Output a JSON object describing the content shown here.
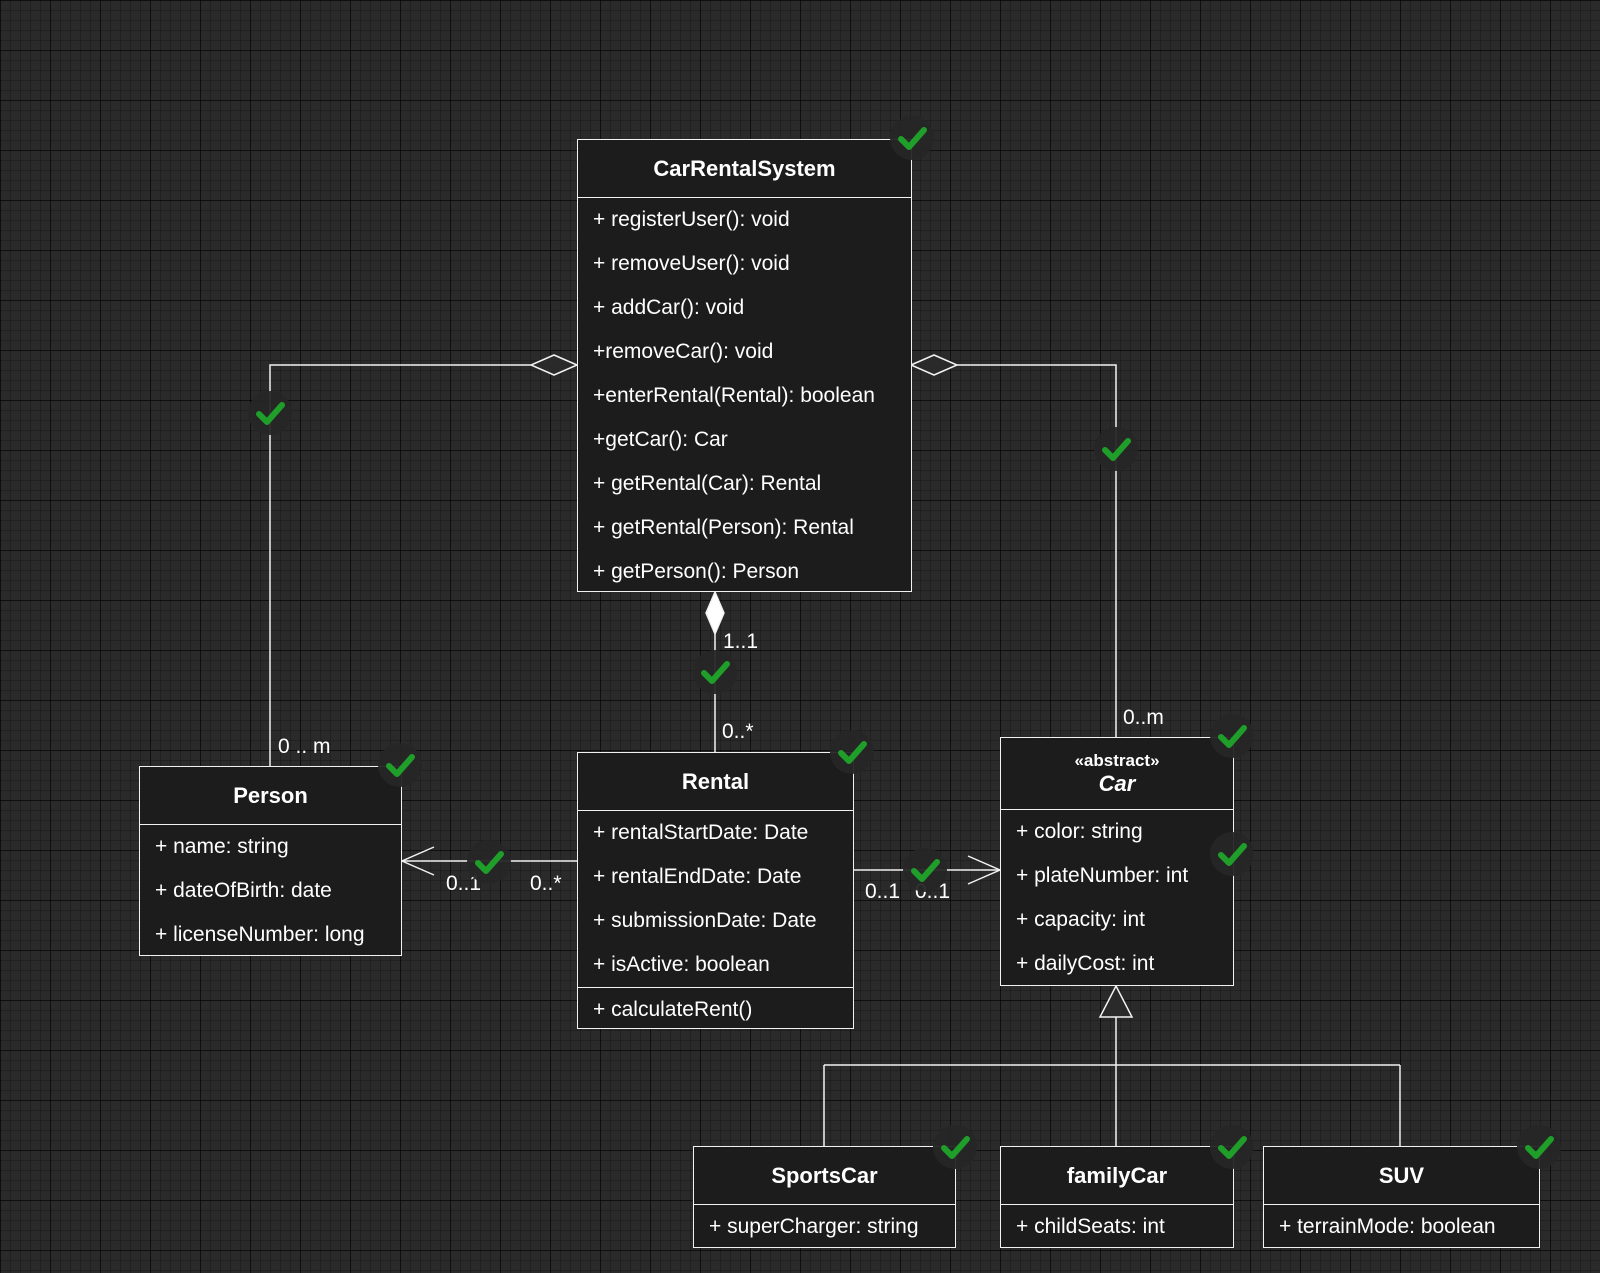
{
  "classes": {
    "car_rental_system": {
      "name": "CarRentalSystem",
      "methods": [
        "+ registerUser(): void",
        "+ removeUser(): void",
        "+ addCar(): void",
        "+removeCar(): void",
        "+enterRental(Rental): boolean",
        "+getCar(): Car",
        "+ getRental(Car): Rental",
        "+ getRental(Person): Rental",
        "+ getPerson(): Person"
      ]
    },
    "person": {
      "name": "Person",
      "attributes": [
        "+ name: string",
        "+ dateOfBirth: date",
        "+ licenseNumber: long"
      ]
    },
    "rental": {
      "name": "Rental",
      "attributes": [
        "+ rentalStartDate: Date",
        "+ rentalEndDate: Date",
        "+ submissionDate: Date",
        "+ isActive: boolean"
      ],
      "methods": [
        "+ calculateRent()"
      ]
    },
    "car": {
      "stereotype": "«abstract»",
      "name": "Car",
      "attributes": [
        "+ color: string",
        "+ plateNumber: int",
        "+ capacity: int",
        "+ dailyCost: int"
      ]
    },
    "sports_car": {
      "name": "SportsCar",
      "attributes": [
        "+ superCharger: string"
      ]
    },
    "family_car": {
      "name": "familyCar",
      "attributes": [
        "+ childSeats: int"
      ]
    },
    "suv": {
      "name": "SUV",
      "attributes": [
        "+ terrainMode: boolean"
      ]
    }
  },
  "multiplicities": {
    "system_rental_top": "1..1",
    "system_rental_bottom": "0..*",
    "system_person": "0 .. m",
    "system_car": "0..m",
    "person_rental_person_end": "0..1",
    "person_rental_rental_end": "0..*",
    "rental_car_rental_end": "0..1",
    "rental_car_car_end": "0..1"
  },
  "colors": {
    "background": "#2a2a2a",
    "class_fill": "#1c1c1c",
    "stroke": "#f2f2f2",
    "check": "#1f9e2a"
  },
  "icons": {
    "check": "check-mark-icon"
  }
}
